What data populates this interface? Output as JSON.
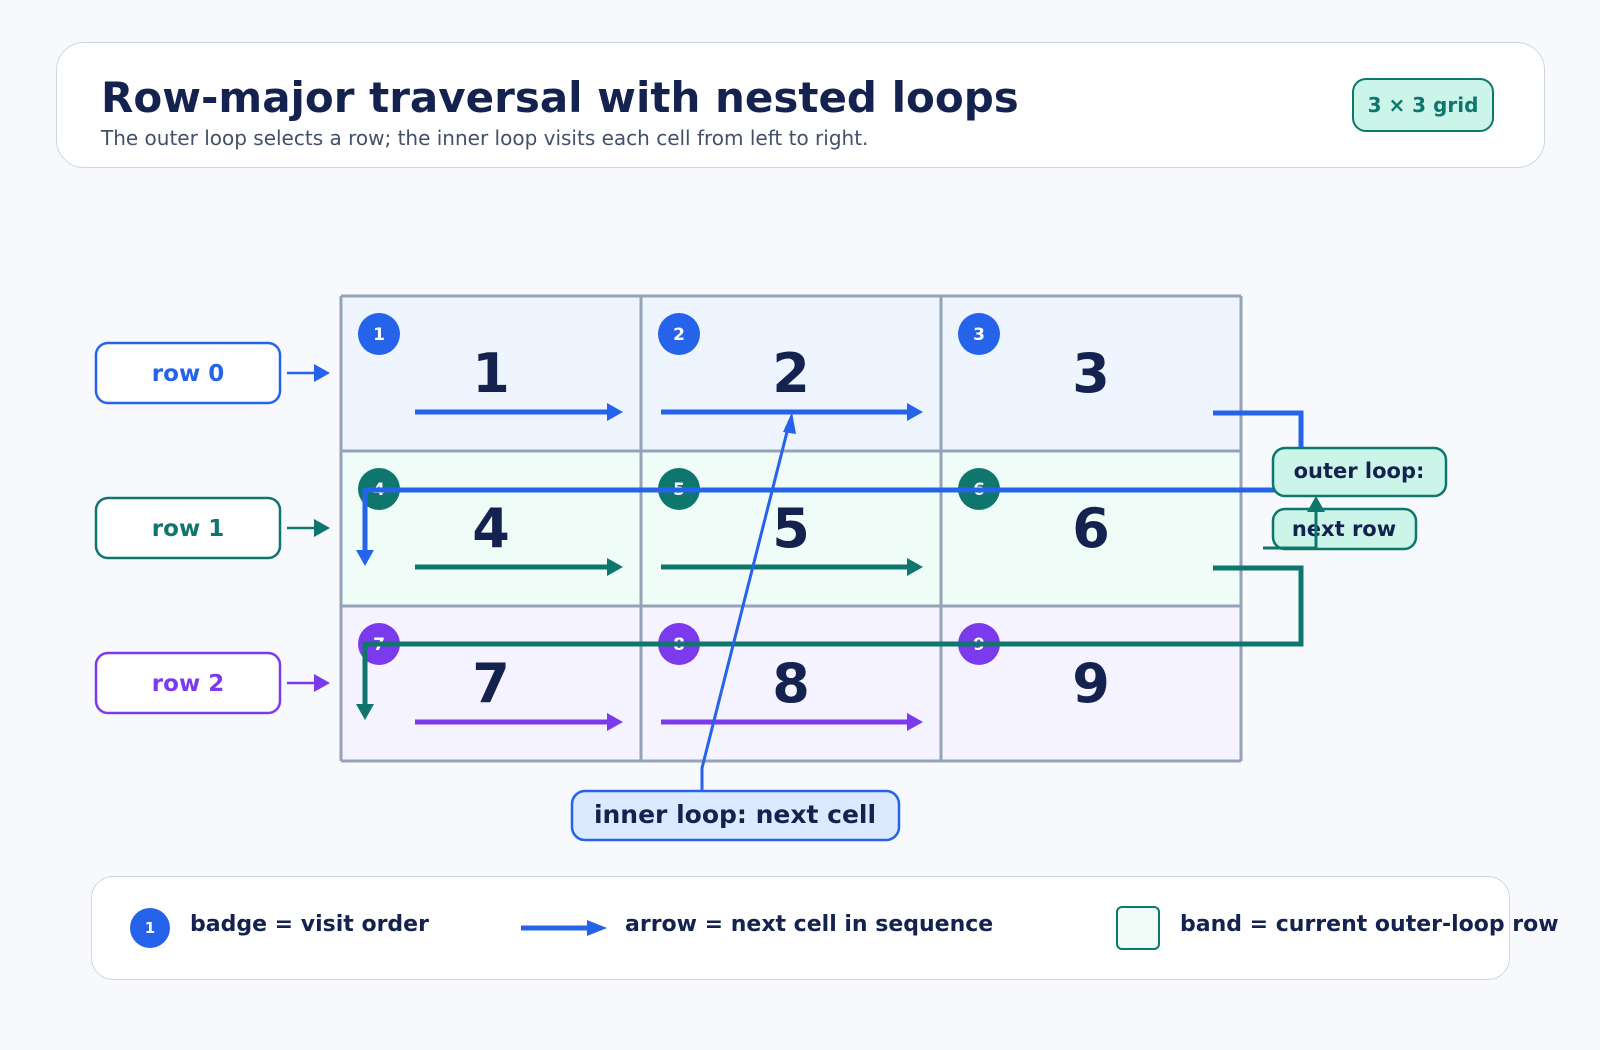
{
  "header": {
    "title": "Row-major traversal with nested loops",
    "subtitle": "The outer loop selects a row; the inner loop visits each cell from left to right.",
    "grid_badge": "3 × 3 grid"
  },
  "rows": [
    {
      "label": "row 0",
      "color": "#2563eb",
      "band": "#eef5ff",
      "cells": [
        "1",
        "2",
        "3"
      ],
      "order": [
        "1",
        "2",
        "3"
      ]
    },
    {
      "label": "row 1",
      "color": "#0f766e",
      "band": "#effcf8",
      "cells": [
        "4",
        "5",
        "6"
      ],
      "order": [
        "4",
        "5",
        "6"
      ]
    },
    {
      "label": "row 2",
      "color": "#7c3aed",
      "band": "#f5f3ff",
      "cells": [
        "7",
        "8",
        "9"
      ],
      "order": [
        "7",
        "8",
        "9"
      ]
    }
  ],
  "callouts": {
    "outer_loop_line1": "outer loop:",
    "outer_loop_line2": "next row",
    "inner_loop": "inner loop: next cell"
  },
  "legend": {
    "badge_sample": "1",
    "badge_text": "badge = visit order",
    "arrow_text": "arrow = next cell in sequence",
    "band_text": "band = current outer-loop row"
  },
  "colors": {
    "ink": "#14224f",
    "grid_line": "#94a3b8",
    "outer_fill": "#ccf5ea",
    "inner_fill": "#dbeafe"
  }
}
